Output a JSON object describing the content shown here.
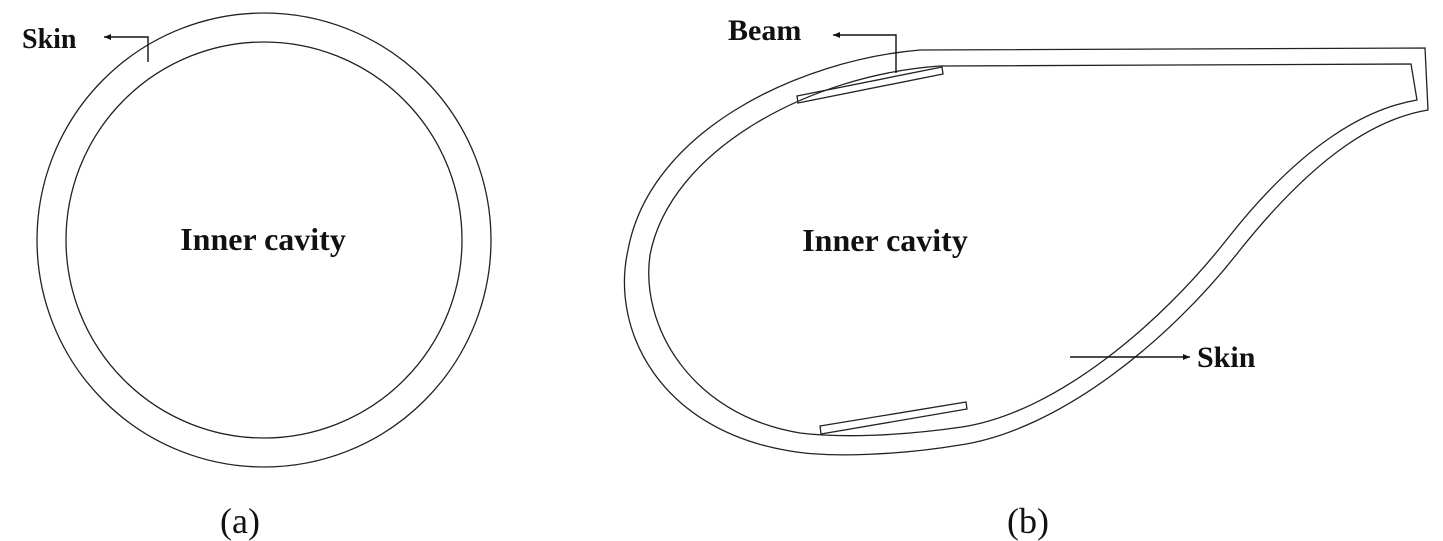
{
  "panel_a": {
    "skin_label": "Skin",
    "cavity_label": "Inner cavity",
    "caption": "(a)"
  },
  "panel_b": {
    "beam_label": "Beam",
    "cavity_label": "Inner cavity",
    "skin_label": "Skin",
    "caption": "(b)"
  },
  "colors": {
    "line": "#222222",
    "text": "#111111",
    "background": "#ffffff"
  }
}
